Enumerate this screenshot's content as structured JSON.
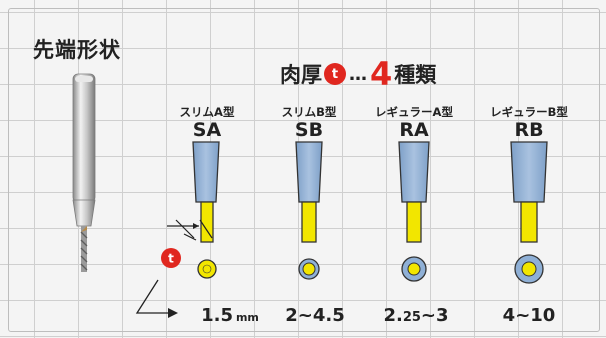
{
  "title": "先端形状",
  "heading": {
    "prefix": "肉厚",
    "badge": "t",
    "dots": "…",
    "count": "4",
    "suffix": "種類"
  },
  "callout_badge": "t",
  "types": [
    {
      "label": "スリムA型",
      "code": "SA",
      "value_big": "1.5",
      "value_unit": "mm"
    },
    {
      "label": "スリムB型",
      "code": "SB",
      "value_big": "2~4.5"
    },
    {
      "label": "レギュラーA型",
      "code": "RA",
      "value_a": "2.",
      "value_small": "25",
      "value_b": "~3"
    },
    {
      "label": "レギュラーB型",
      "code": "RB",
      "value_big": "4~10"
    }
  ],
  "colors": {
    "accent_red": "#e0271f",
    "body_blue": "#8fb0d6",
    "tip_yellow": "#f2e600",
    "text": "#222222"
  }
}
